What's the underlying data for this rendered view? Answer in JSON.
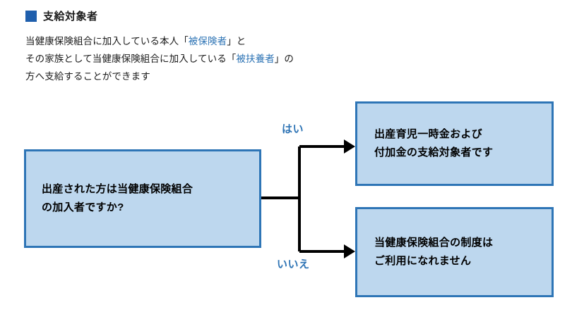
{
  "header": {
    "bullet_icon": "blue-square-bullet",
    "title": "支給対象者",
    "bullet_color": "#1F5FAD"
  },
  "description": {
    "line1_part1": "当健康保険組合に加入している本人「",
    "line1_link": "被保険者",
    "line1_part2": "」と",
    "line2_part1": "その家族として当健康保険組合に加入している「",
    "line2_link": "被扶養者",
    "line2_part2": "」の",
    "line3": "方へ支給することができます",
    "link_color": "#2E74B5"
  },
  "flowchart": {
    "question": {
      "line1": "出産された方は当健康保険組合",
      "line2": "の加入者ですか?"
    },
    "branches": [
      {
        "label": "はい",
        "outcome_line1": "出産育児一時金および",
        "outcome_line2": "付加金の支給対象者です"
      },
      {
        "label": "いいえ",
        "outcome_line1": "当健康保険組合の制度は",
        "outcome_line2": "ご利用になれません"
      }
    ],
    "box_fill_color": "#BDD7EE",
    "box_border_color": "#2E75B6",
    "connector_color": "#000000",
    "label_color": "#2E74B5"
  }
}
